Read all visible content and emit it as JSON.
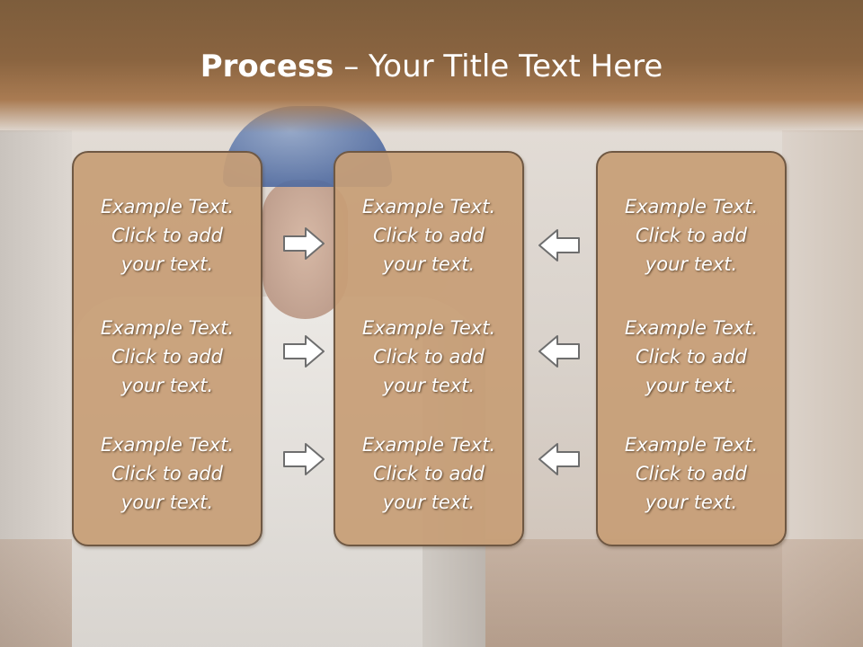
{
  "slide": {
    "title_bold": "Process",
    "title_rest": " – Your Title Text Here",
    "columns": [
      {
        "items": [
          "Example Text.\nClick  to add\nyour text.",
          "Example Text.\nClick  to add\nyour text.",
          "Example Text.\nClick  to add\nyour text."
        ]
      },
      {
        "items": [
          "Example Text.\nClick  to add\nyour text.",
          "Example Text.\nClick  to add\nyour text.",
          "Example Text.\nClick  to add\nyour text."
        ]
      },
      {
        "items": [
          "Example Text.\nClick  to add\nyour text.",
          "Example Text.\nClick  to add\nyour text.",
          "Example Text.\nClick  to add\nyour text."
        ]
      }
    ],
    "arrows": {
      "left_group": "arrow-right-icon",
      "right_group": "arrow-left-icon"
    },
    "colors": {
      "header": "#8a6440",
      "box_fill": "#c79e76",
      "box_border": "#6f5843",
      "text": "#ffffff"
    }
  }
}
